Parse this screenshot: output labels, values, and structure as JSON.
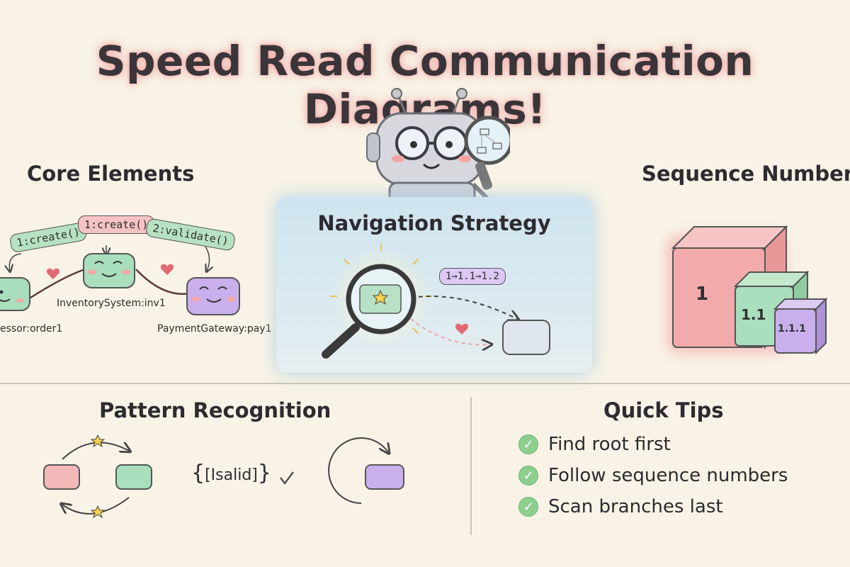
{
  "title": "Speed Read Communication Diagrams!",
  "core": {
    "heading": "Core Elements",
    "messages": [
      "1:create()",
      "1:create()",
      "2:validate()"
    ],
    "objects": [
      "essor:order1",
      "InventorySystem:inv1",
      "PaymentGateway:pay1"
    ]
  },
  "navigation": {
    "heading": "Navigation Strategy",
    "path_label": "1→1.1→1.2"
  },
  "sequence": {
    "heading": "Sequence Numbers",
    "blocks": [
      "1",
      "1.1",
      "1.1.1"
    ]
  },
  "pattern": {
    "heading": "Pattern Recognition",
    "guard": "[Isalid]"
  },
  "tips": {
    "heading": "Quick Tips",
    "items": [
      "Find root first",
      "Follow sequence numbers",
      "Scan branches last"
    ]
  },
  "colors": {
    "pink": "#f3b8b8",
    "green": "#a9dfbd",
    "purple": "#c9b0ec",
    "check": "#8ccf8f"
  }
}
